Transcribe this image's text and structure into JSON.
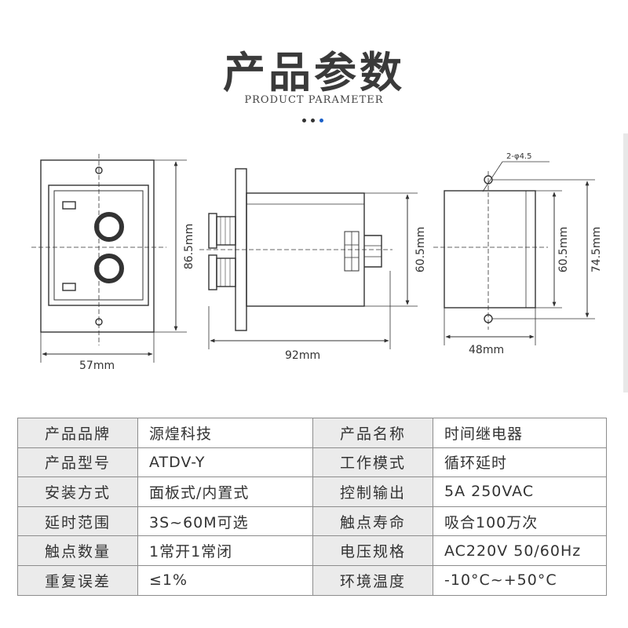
{
  "header": {
    "title": "产品参数",
    "subtitle": "PRODUCT PARAMETER"
  },
  "dimensions": {
    "front_width": "57mm",
    "front_height": "86.5mm",
    "side_length": "92mm",
    "side_height": "60.5mm",
    "rear_width": "48mm",
    "rear_inner_height": "60.5mm",
    "rear_outer_height": "74.5mm",
    "hole_spec": "2-φ4.5"
  },
  "table": {
    "rows": [
      {
        "label1": "产品品牌",
        "value1": "源煌科技",
        "label2": "产品名称",
        "value2": "时间继电器"
      },
      {
        "label1": "产品型号",
        "value1": "ATDV-Y",
        "label2": "工作模式",
        "value2": "循环延时"
      },
      {
        "label1": "安装方式",
        "value1": "面板式/内置式",
        "label2": "控制输出",
        "value2": "5A 250VAC"
      },
      {
        "label1": "延时范围",
        "value1": "3S~60M可选",
        "label2": "触点寿命",
        "value2": "吸合100万次"
      },
      {
        "label1": "触点数量",
        "value1": "1常开1常闭",
        "label2": "电压规格",
        "value2": "AC220V 50/60Hz"
      },
      {
        "label1": "重复误差",
        "value1": "≤1%",
        "label2": "环境温度",
        "value2": "-10°C~+50°C"
      }
    ]
  },
  "colors": {
    "label_bg": "#ebebeb",
    "accent_dot": "#1a5fc8",
    "line": "#333333"
  }
}
